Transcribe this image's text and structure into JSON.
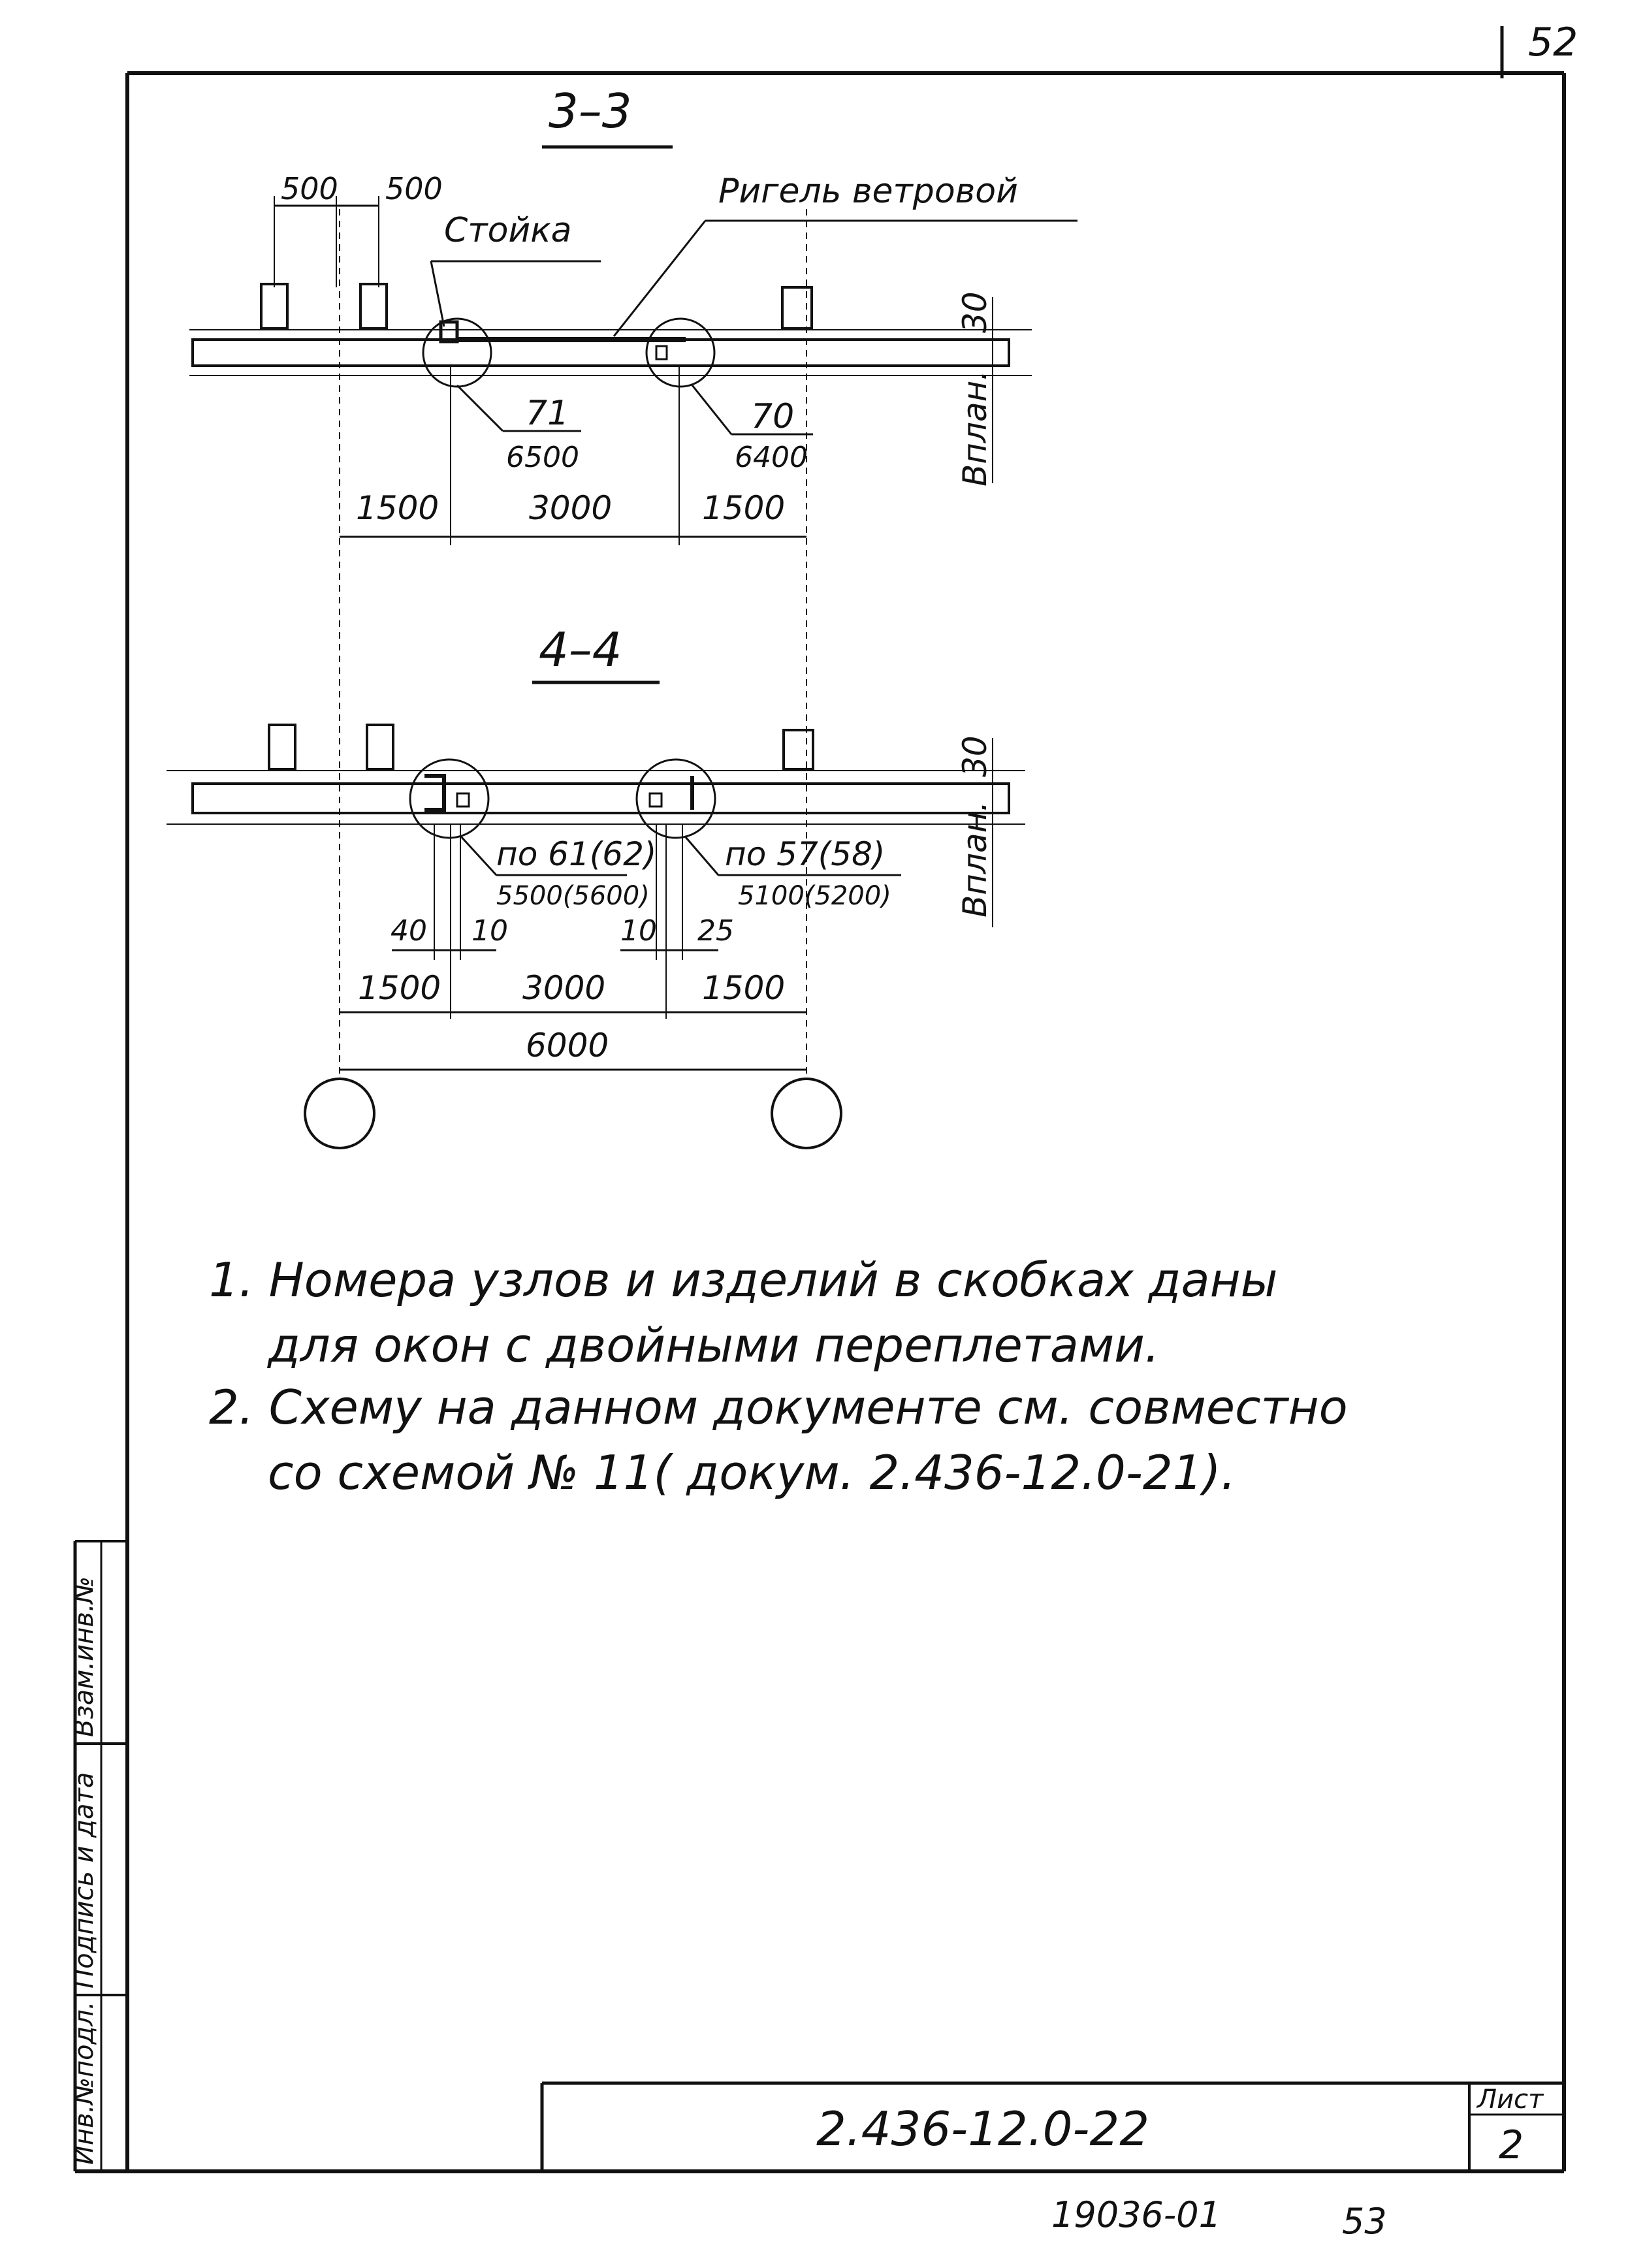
{
  "page_number": "52",
  "sheet_bottom_left_code": "19036-01",
  "sheet_bottom_right_number": "53",
  "document_code": "2.436-12.0-22",
  "sheet_label": "Лист",
  "sheet_number": "2",
  "side_stamp": {
    "inv_original": "Инв.№подл.",
    "signature_date": "Подпись и дата",
    "replace_inv": "Взам.инв.№"
  },
  "section_3_3": {
    "title": "3–3",
    "dim_left_1": "500",
    "dim_left_2": "500",
    "label_stoyka": "Стойка",
    "label_rigel": "Ригель ветровой",
    "node_1_num": "71",
    "node_1_sub": "6500",
    "node_2_num": "70",
    "node_2_sub": "6400",
    "dim_30": "30",
    "label_vplan": "Вплан.",
    "dims_bottom": [
      "1500",
      "3000",
      "1500"
    ]
  },
  "section_4_4": {
    "title": "4–4",
    "node_1_num": "по 61(62)",
    "node_1_sub": "5500(5600)",
    "node_2_num": "по 57(58)",
    "node_2_sub": "5100(5200)",
    "dim_30": "30",
    "label_vplan": "Вплан.",
    "small_dims": [
      "40",
      "10",
      "10",
      "25"
    ],
    "dims_bottom": [
      "1500",
      "3000",
      "1500"
    ],
    "dim_total": "6000"
  },
  "notes": [
    "1. Номера узлов и изделий в скобках даны",
    "для окон с двойными переплетами.",
    "2. Схему на данном документе см. совместно",
    "со схемой № 11( докум. 2.436-12.0-21)."
  ]
}
